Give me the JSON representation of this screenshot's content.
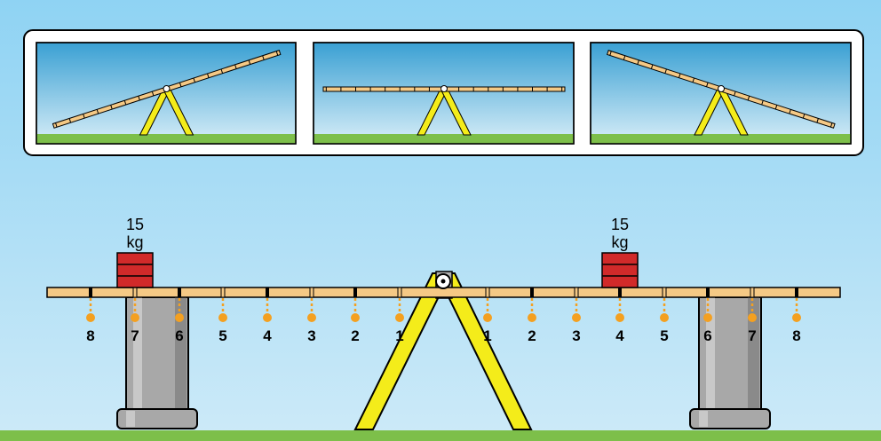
{
  "scene": {
    "preview_panels": [
      {
        "state": "tilted-left-down"
      },
      {
        "state": "balanced"
      },
      {
        "state": "tilted-right-down"
      }
    ],
    "left_positions": [
      "8",
      "7",
      "6",
      "5",
      "4",
      "3",
      "2",
      "1"
    ],
    "right_positions": [
      "1",
      "2",
      "3",
      "4",
      "5",
      "6",
      "7",
      "8"
    ],
    "left_weight": {
      "value": "15",
      "unit": "kg",
      "position": 7
    },
    "right_weight": {
      "value": "15",
      "unit": "kg",
      "position": 4
    },
    "colors": {
      "sky_top": "#8fd3f3",
      "sky_bottom": "#cdeaf8",
      "grass": "#7dbf4a",
      "plank": "#f5c985",
      "stand": "#f4ec1a",
      "weight": "#d12a2a",
      "marker": "#f4a020",
      "pillar": "#a8a8a8"
    }
  }
}
